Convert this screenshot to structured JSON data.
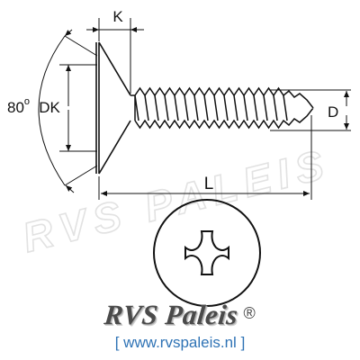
{
  "labels": {
    "angle": "80",
    "angle_unit": "o",
    "head_diameter": "DK",
    "head_height": "K",
    "length": "L",
    "thread_diameter": "D"
  },
  "brand": {
    "name": "RVS Paleis",
    "mark": "®",
    "watermark": "RVS PALEIS"
  },
  "website": {
    "open_bracket": "[",
    "url": "www.rvspaleis.nl",
    "close_bracket": "]"
  },
  "colors": {
    "line": "#111111",
    "brand_text": "#4a4a4a",
    "website_text": "#2f73b5",
    "watermark": "#e6e6e6"
  }
}
